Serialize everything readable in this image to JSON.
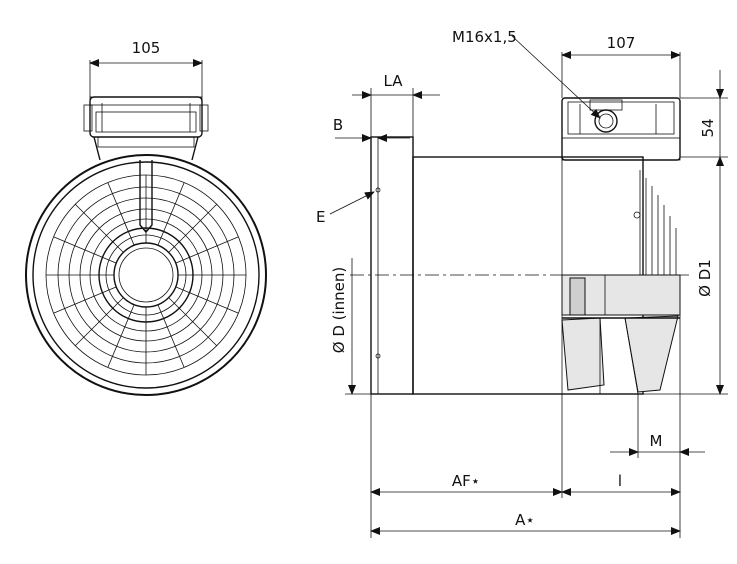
{
  "labels": {
    "front_width": "105",
    "thread": "M16x1,5",
    "box_width": "107",
    "box_height": "54",
    "la": "LA",
    "b": "B",
    "e": "E",
    "d_inner": "Ø D (innen)",
    "d1": "Ø D1",
    "m": "M",
    "af": "AF⋆",
    "l": "l",
    "a": "A⋆"
  }
}
